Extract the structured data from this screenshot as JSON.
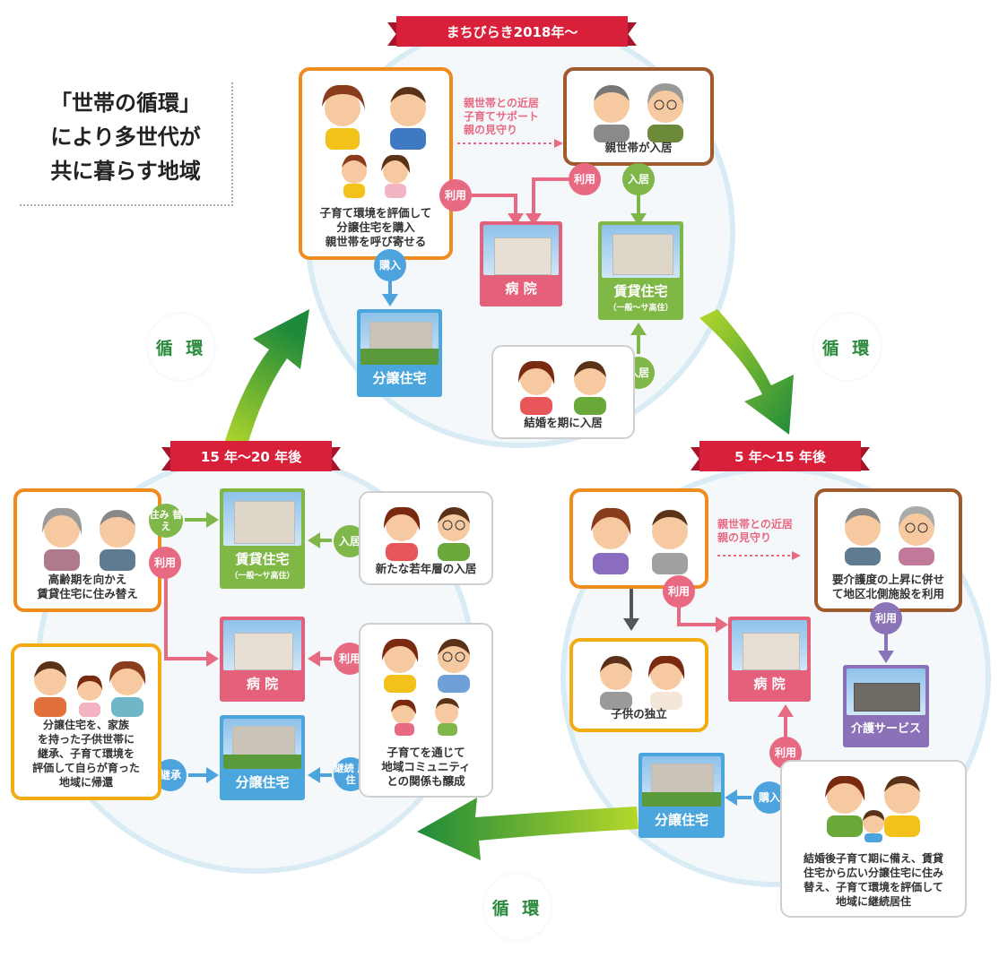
{
  "title": "「世帯の循環」\nにより多世代が\n共に暮らす地域",
  "phases": {
    "top": "まちびらき2018年～",
    "right": "5 年～15 年後",
    "left": "15 年～20 年後"
  },
  "cycle_label": "循 環",
  "top": {
    "family_box": "子育て環境を評価して\n分譲住宅を購入\n親世帯を呼び寄せる",
    "note": "親世帯との近居\n子育てサポート\n親の見守り",
    "parents_box": "親世帯が入居",
    "couple_box": "結婚を期に入居",
    "hospital": "病 院",
    "rental": "賃貸住宅",
    "rental_sub": "（一般～サ高住）",
    "condo": "分譲住宅",
    "use1": "利用",
    "use2": "利用",
    "movein1": "入居",
    "movein2": "入居",
    "buy": "購入"
  },
  "right": {
    "note": "親世帯との近居\n親の見守り",
    "parents_box": "要介護度の上昇に併せ\nて地区北側施設を利用",
    "child_box": "子供の独立",
    "newfamily_box": "結婚後子育て期に備え、賃貸\n住宅から広い分譲住宅に住み\n替え、子育て環境を評価して\n地域に継続居住",
    "hospital": "病 院",
    "care": "介護サービス",
    "condo": "分譲住宅",
    "use1": "利用",
    "use2": "利用",
    "use3": "利用",
    "buy": "購入"
  },
  "left": {
    "elderly_box": "高齢期を向かえ\n賃貸住宅に住み替え",
    "young_box": "新たな若年層の入居",
    "return_box": "分譲住宅を、家族\nを持った子供世帯に\n継承、子育て環境を\n評価して自らが育った\n地域に帰還",
    "community_box": "子育てを通じて\n地域コミュニティ\nとの関係も醸成",
    "rental": "賃貸住宅",
    "rental_sub": "（一般～サ高住）",
    "hospital": "病 院",
    "condo": "分譲住宅",
    "switch": "住み\n替え",
    "use1": "利用",
    "use2": "利用",
    "movein": "入居",
    "inherit": "継承",
    "continue": "継続\n居住"
  },
  "colors": {
    "ribbon": "#d9203a",
    "cycle_arrow": "#4aa23a",
    "pink": "#e86a82",
    "green": "#7fb74a",
    "blue": "#4ca3dd",
    "purple": "#8b73b8",
    "orange_border": "#f08c1e",
    "brown_border": "#a05a2c"
  }
}
